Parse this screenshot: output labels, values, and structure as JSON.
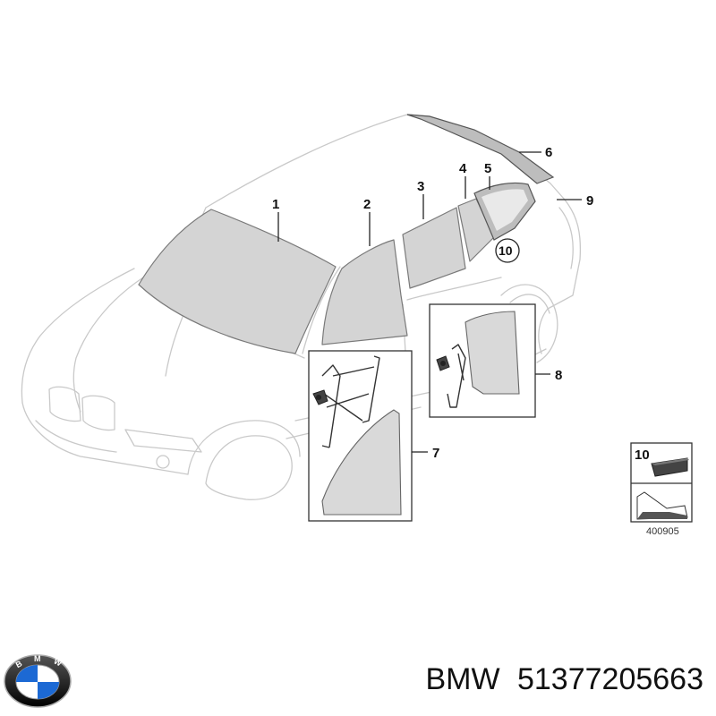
{
  "callouts": [
    "1",
    "2",
    "3",
    "4",
    "5",
    "6",
    "7",
    "8",
    "9",
    "10"
  ],
  "legend": {
    "number": "10",
    "catalog_code": "400905"
  },
  "logo": {
    "letters": "BMW",
    "colors": {
      "ring": "#111111",
      "blue": "#1c69d4",
      "white": "#ffffff"
    }
  },
  "footer": {
    "brand": "BMW",
    "part_number": "51377205663"
  }
}
